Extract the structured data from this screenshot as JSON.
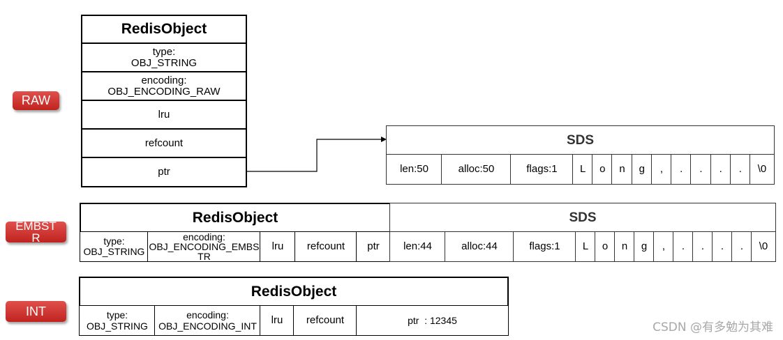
{
  "labels": {
    "raw": "RAW",
    "embstr": "EMBSTR",
    "int": "INT"
  },
  "raw": {
    "title": "RedisObject",
    "type_label": "type:",
    "type_value": "OBJ_STRING",
    "encoding_label": "encoding:",
    "encoding_value": "OBJ_ENCODING_RAW",
    "lru": "lru",
    "refcount": "refcount",
    "ptr": "ptr",
    "sds": {
      "title": "SDS",
      "len": "len:50",
      "alloc": "alloc:50",
      "flags": "flags:1",
      "chars": [
        "L",
        "o",
        "n",
        "g",
        ",",
        ".",
        ".",
        ".",
        ".",
        "\\0"
      ]
    }
  },
  "embstr": {
    "title": "RedisObject",
    "type_label": "type:",
    "type_value": "OBJ_STRING",
    "encoding_label": "encoding:",
    "encoding_value": "OBJ_ENCODING_EMBSTR",
    "lru": "lru",
    "refcount": "refcount",
    "ptr": "ptr",
    "sds": {
      "title": "SDS",
      "len": "len:44",
      "alloc": "alloc:44",
      "flags": "flags:1",
      "chars": [
        "L",
        "o",
        "n",
        "g",
        ",",
        ".",
        ".",
        ".",
        ".",
        "\\0"
      ]
    }
  },
  "int": {
    "title": "RedisObject",
    "type_label": "type:",
    "type_value": "OBJ_STRING",
    "encoding_label": "encoding:",
    "encoding_value": "OBJ_ENCODING_INT",
    "lru": "lru",
    "refcount": "refcount",
    "ptr": "ptr  : 12345"
  },
  "watermark": "CSDN @有多勉为其难",
  "colors": {
    "badge": "#c0231f",
    "border": "#000000",
    "watermark": "#a8a8a8"
  }
}
